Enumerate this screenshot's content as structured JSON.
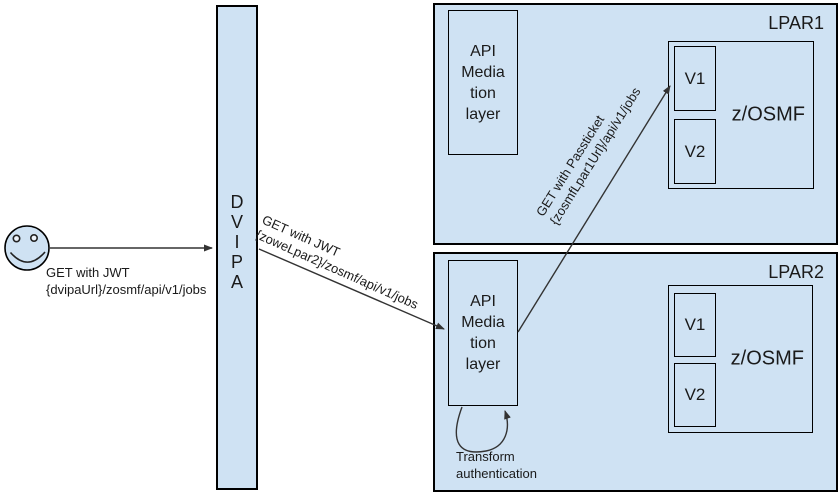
{
  "colors": {
    "box_fill": "#cfe2f3",
    "box_border": "#000000",
    "connector": "#333333",
    "text": "#1a1a1a",
    "background": "#ffffff"
  },
  "user": {
    "icon": "smiley-face",
    "request": {
      "line1": "GET with JWT",
      "line2": "{dvipaUrl}/zosmf/api/v1/jobs"
    }
  },
  "dvipa": {
    "letters": [
      "D",
      "V",
      "I",
      "P",
      "A"
    ]
  },
  "route_dvipa_to_lpar2": {
    "line1": "GET with JWT",
    "line2": "{zoweLpar2}/zosmf/api/v1/jobs"
  },
  "route_lpar2_to_lpar1": {
    "line1": "GET with Passticket",
    "line2": "{zosmfLpar1Url}/api/v1/jobs"
  },
  "lpar1": {
    "title": "LPAR1",
    "api_layer": {
      "lines": [
        "API",
        "Media",
        "tion",
        "layer"
      ]
    },
    "zosmf": {
      "label": "z/OSMF",
      "v1": "V1",
      "v2": "V2"
    }
  },
  "lpar2": {
    "title": "LPAR2",
    "api_layer": {
      "lines": [
        "API",
        "Media",
        "tion",
        "layer"
      ]
    },
    "zosmf": {
      "label": "z/OSMF",
      "v1": "V1",
      "v2": "V2"
    },
    "transform_note": {
      "line1": "Transform",
      "line2": "authentication"
    }
  }
}
